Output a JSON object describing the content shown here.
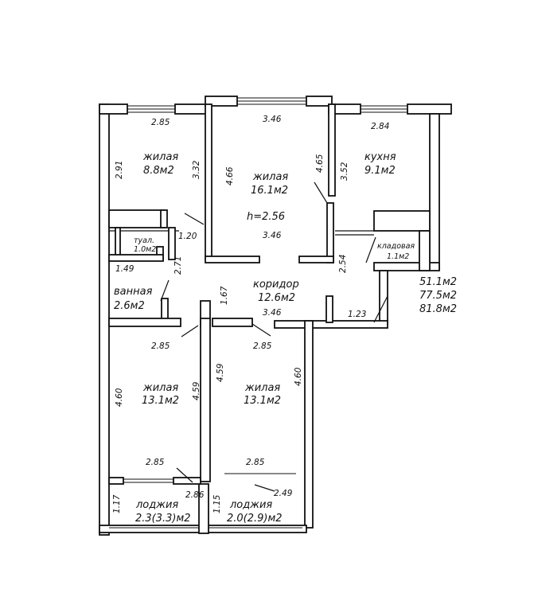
{
  "rooms": {
    "living1": {
      "name": "жилая",
      "area": "8.8м2"
    },
    "living2": {
      "name": "жилая",
      "area": "16.1м2",
      "height": "h=2.56"
    },
    "kitchen": {
      "name": "кухня",
      "area": "9.1м2"
    },
    "toilet": {
      "name": "туал.",
      "area": "1.0м2"
    },
    "storage": {
      "name": "кладовая",
      "area": "1.1м2"
    },
    "bath": {
      "name": "ванная",
      "area": "2.6м2"
    },
    "corridor": {
      "name": "коридор",
      "area": "12.6м2"
    },
    "living3": {
      "name": "жилая",
      "area": "13.1м2"
    },
    "living4": {
      "name": "жилая",
      "area": "13.1м2"
    },
    "loggia1": {
      "name": "лоджия",
      "area": "2.3(3.3)м2"
    },
    "loggia2": {
      "name": "лоджия",
      "area": "2.0(2.9)м2"
    }
  },
  "dimensions": {
    "d_2_85_top": "2.85",
    "d_3_46_top": "3.46",
    "d_2_84": "2.84",
    "d_2_91": "2.91",
    "d_3_32": "3.32",
    "d_4_66": "4.66",
    "d_4_65": "4.65",
    "d_3_52": "3.52",
    "d_1_20": "1.20",
    "d_3_46_mid": "3.46",
    "d_1_49": "1.49",
    "d_2_71": "2.71",
    "d_2_54": "2.54",
    "d_1_67": "1.67",
    "d_3_46_corr": "3.46",
    "d_1_23": "1.23",
    "d_2_85_l3_top": "2.85",
    "d_2_85_l4_top": "2.85",
    "d_4_60_left": "4.60",
    "d_4_59_a": "4.59",
    "d_4_59_b": "4.59",
    "d_4_60_right": "4.60",
    "d_2_85_l3_bot": "2.85",
    "d_2_85_l4_bot": "2.85",
    "d_2_86": "2.86",
    "d_2_49": "2.49",
    "d_1_17": "1.17",
    "d_1_15": "1.15"
  },
  "totals": {
    "living_area": "51.1м2",
    "total_area": "77.5м2",
    "total_with_loggias": "81.8м2"
  }
}
